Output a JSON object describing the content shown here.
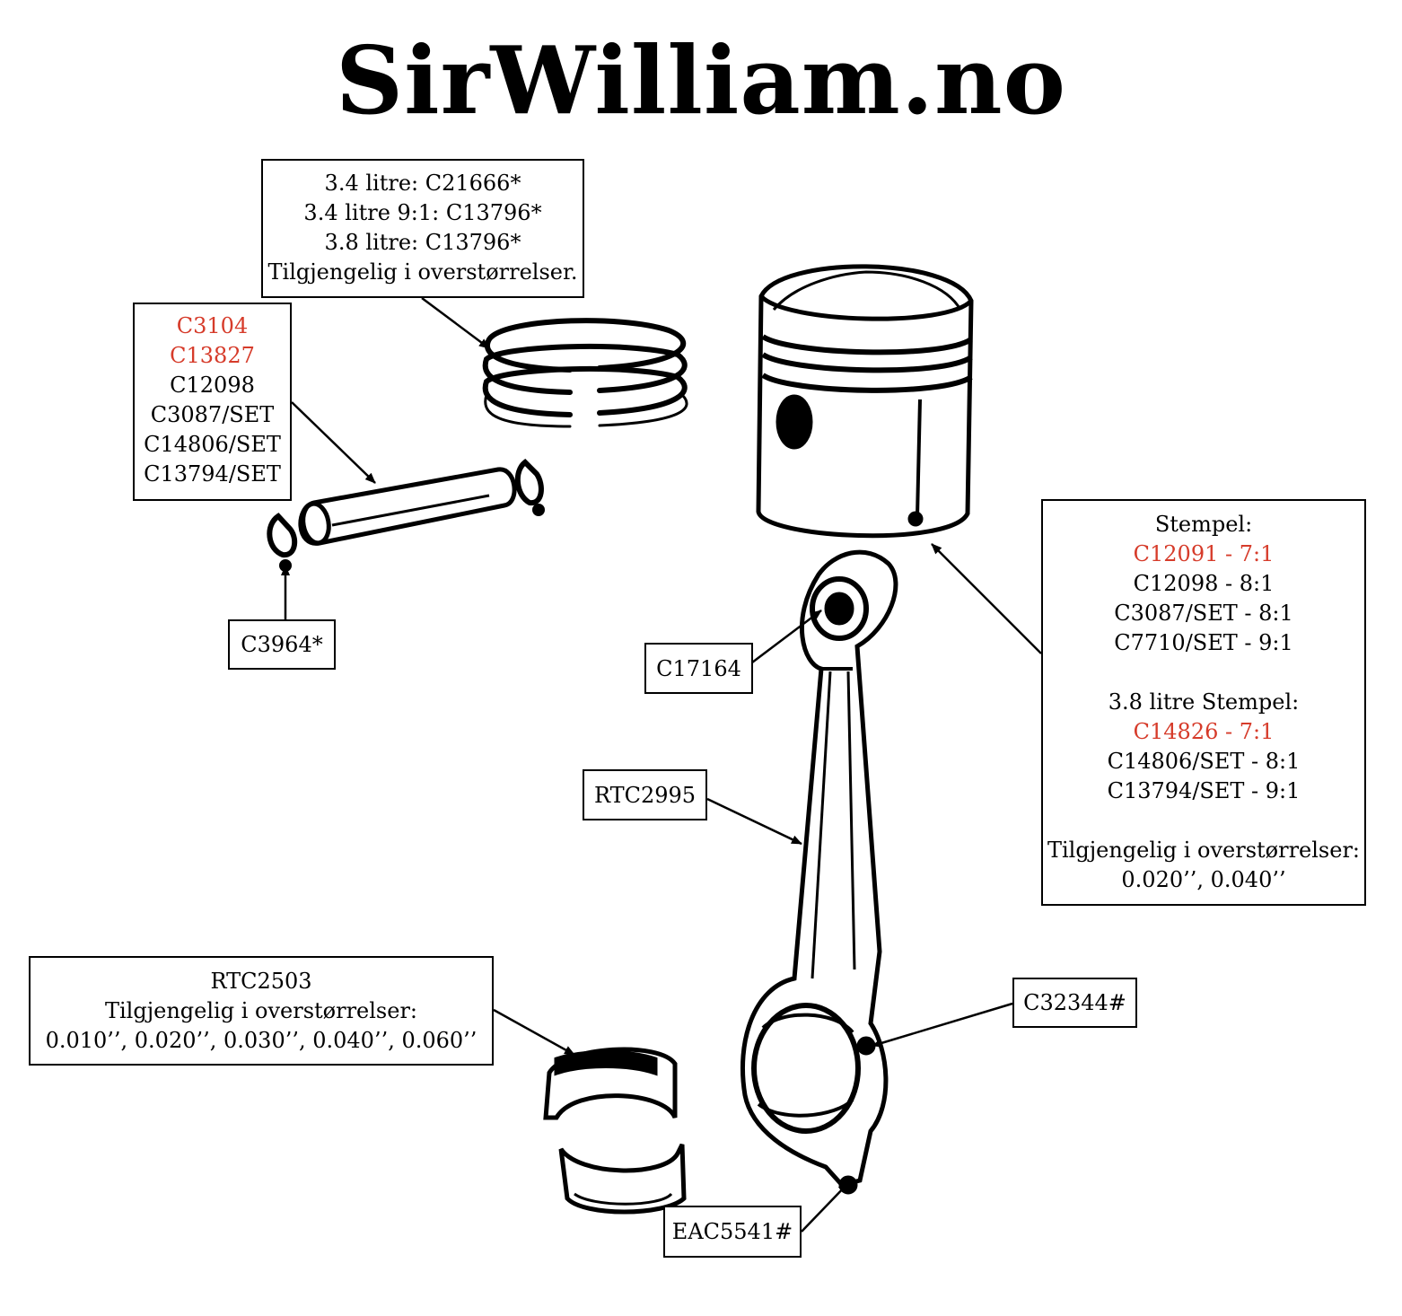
{
  "title": "SirWilliam.no",
  "labels": {
    "rings": [
      "3.4 litre: C21666*",
      "3.4 litre 9:1: C13796*",
      "3.8 litre: C13796*",
      "Tilgjengelig i overstørrelser."
    ],
    "pin": [
      "C3104",
      "C13827",
      "C12098",
      "C3087/SET",
      "C14806/SET",
      "C13794/SET"
    ],
    "circlip": "C3964*",
    "small_end_bush": "C17164",
    "piston": {
      "heading": "Stempel:",
      "items": [
        "C12091 - 7:1",
        "C12098 - 8:1",
        "C3087/SET - 8:1",
        "C7710/SET - 9:1"
      ],
      "heading2": "3.8 litre Stempel:",
      "items2": [
        "C14826 - 7:1",
        "C14806/SET - 8:1",
        "C13794/SET - 9:1"
      ],
      "oversize_label": "Tilgjengelig i overstørrelser:",
      "oversize_values": "0.020’’, 0.040’’"
    },
    "conrod": "RTC2995",
    "bearing": [
      "RTC2503",
      "Tilgjengelig i overstørrelser:",
      "0.010’’, 0.020’’, 0.030’’, 0.040’’, 0.060’’"
    ],
    "bolt": "C32344#",
    "nut": "EAC5541#"
  },
  "colors": {
    "highlight": "#d63b2a",
    "ink": "#000000"
  }
}
